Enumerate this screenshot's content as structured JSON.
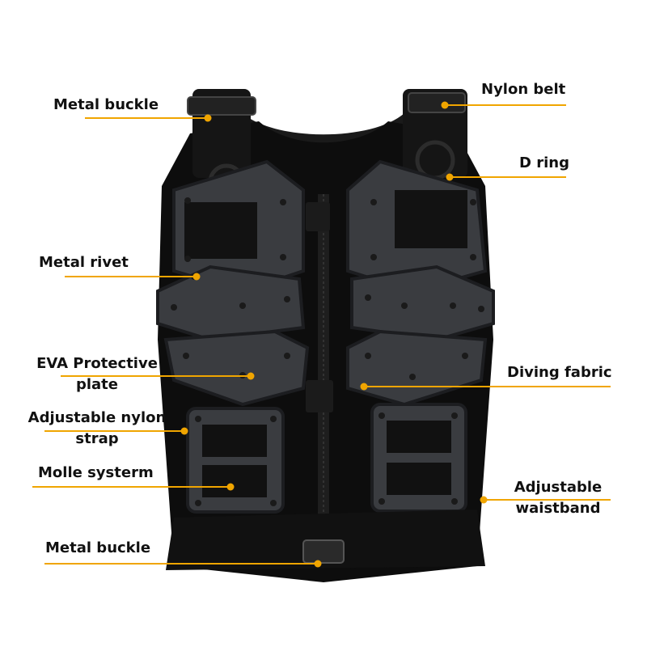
{
  "labels": {
    "metal_buckle_top": "Metal buckle",
    "nylon_belt": "Nylon belt",
    "d_ring": "D ring",
    "metal_rivet": "Metal rivet",
    "eva_line1": "EVA Protective",
    "eva_line2": "plate",
    "diving_fabric": "Diving fabric",
    "adj_nylon_line1": "Adjustable nylon",
    "adj_nylon_line2": "strap",
    "molle": "Molle systerm",
    "adj_waist_line1": "Adjustable",
    "adj_waist_line2": "waistband",
    "metal_buckle_bottom": "Metal buckle"
  },
  "colors": {
    "callout_line": "#f0a500",
    "callout_dot": "#f0a500",
    "vest_fabric": "#0d0d0d",
    "vest_plate": "#3a3c40",
    "vest_plate_edge": "#1c1d20",
    "rivet": "#1a1a1a",
    "molle_panel": "#111111"
  }
}
